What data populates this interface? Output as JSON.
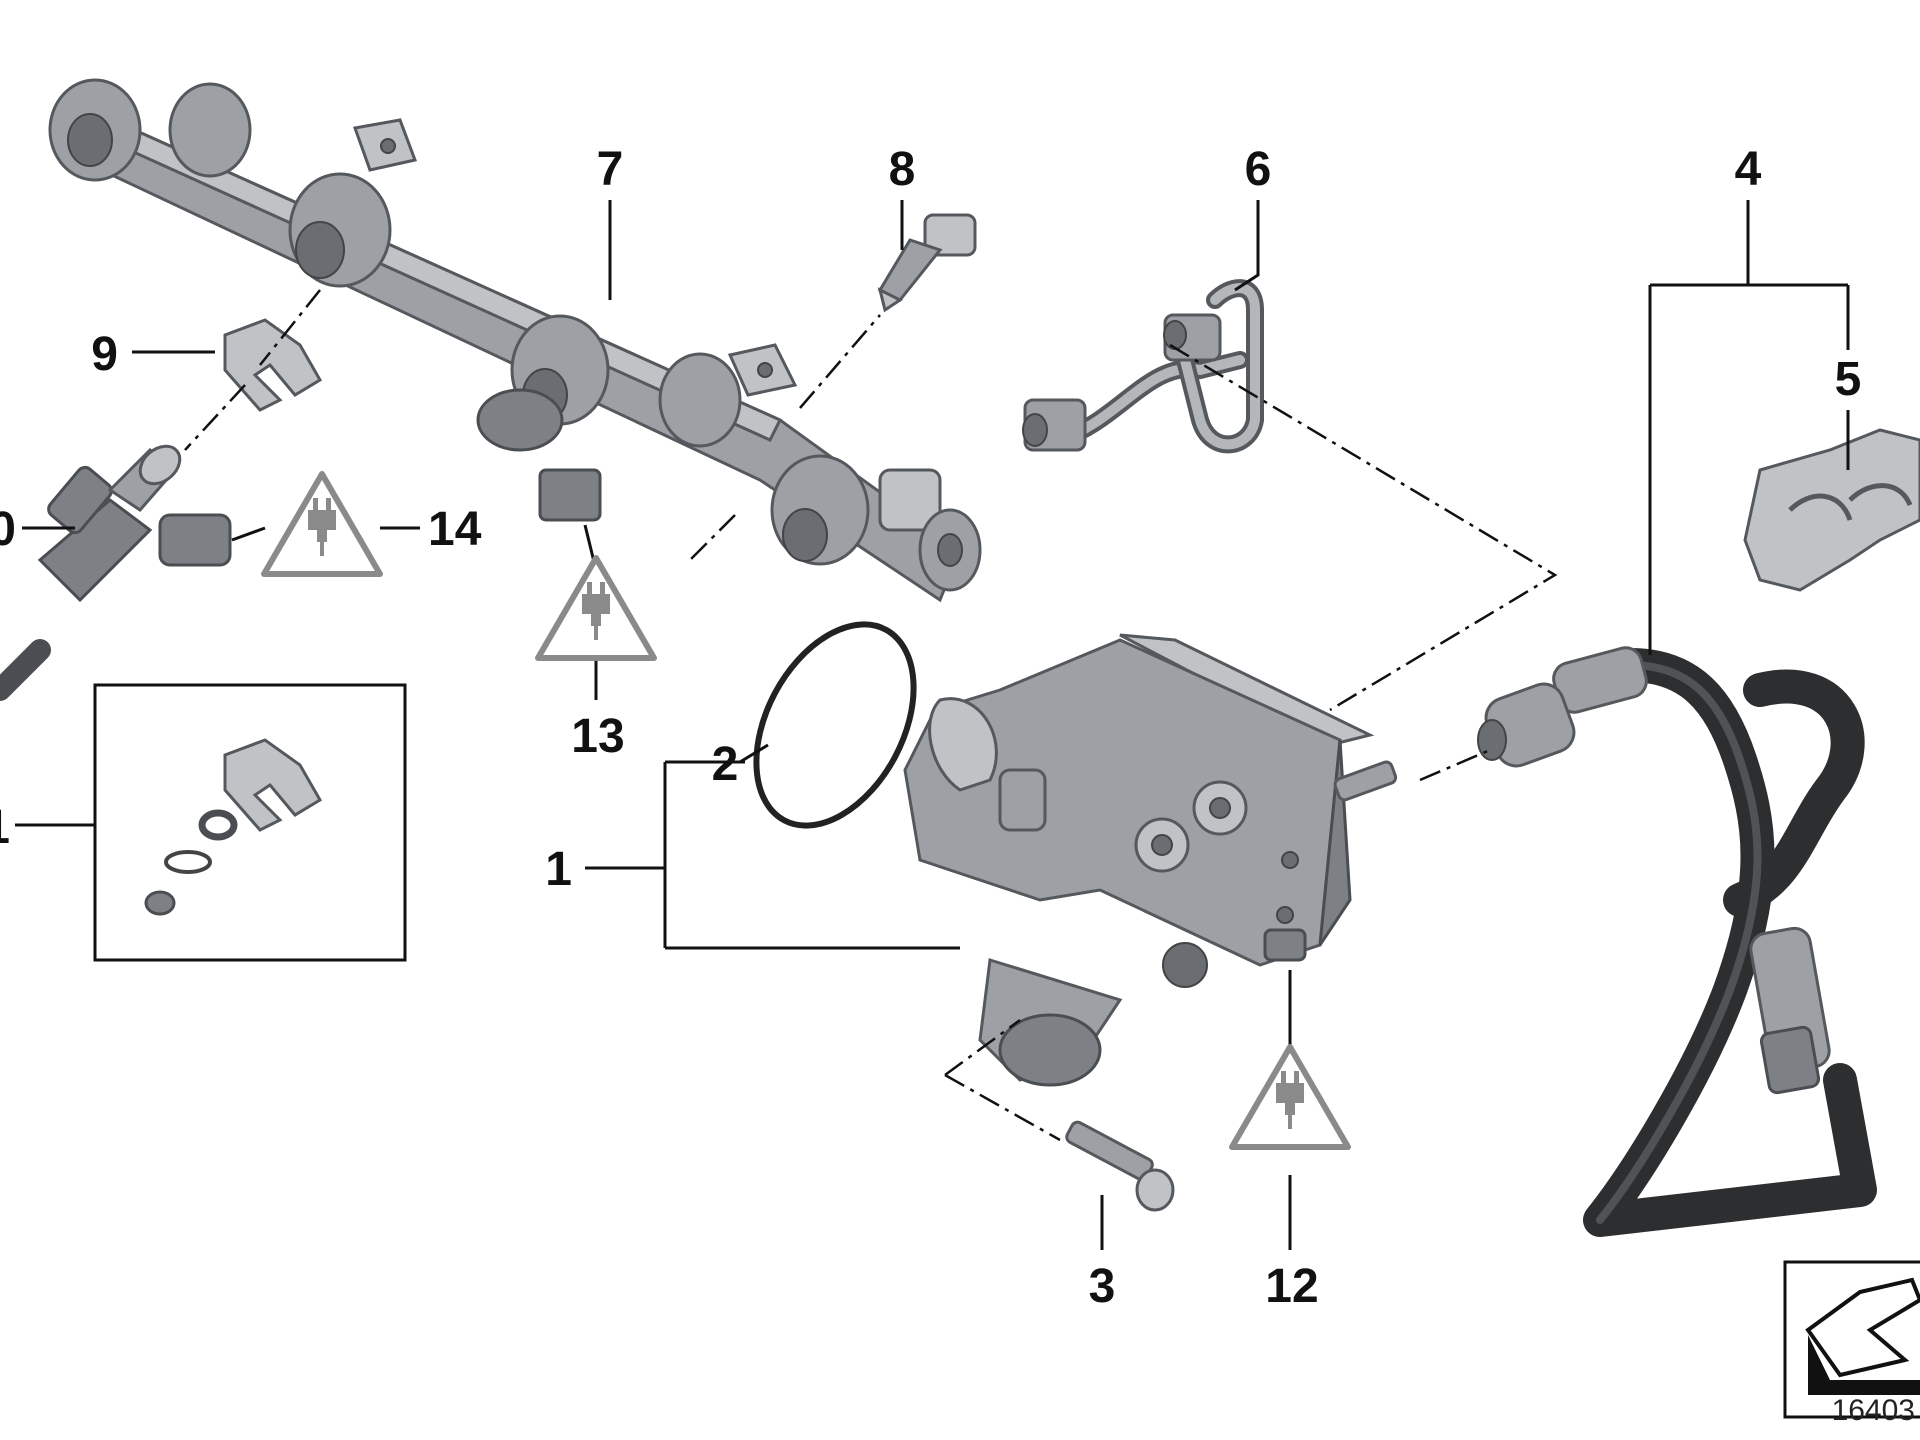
{
  "callouts": [
    {
      "id": "1",
      "label": "1"
    },
    {
      "id": "2",
      "label": "2"
    },
    {
      "id": "3",
      "label": "3"
    },
    {
      "id": "4",
      "label": "4"
    },
    {
      "id": "5",
      "label": "5"
    },
    {
      "id": "6",
      "label": "6"
    },
    {
      "id": "7",
      "label": "7"
    },
    {
      "id": "8",
      "label": "8"
    },
    {
      "id": "9",
      "label": "9"
    },
    {
      "id": "10",
      "label": "0"
    },
    {
      "id": "11",
      "label": "1"
    },
    {
      "id": "12",
      "label": "12"
    },
    {
      "id": "13",
      "label": "13"
    },
    {
      "id": "14",
      "label": "14"
    }
  ],
  "diagram_code": "16403",
  "icons": {
    "warning": "electrical-connector-warning-icon",
    "orientation": "direction-arrow-icon"
  },
  "colors": {
    "metal": "#9da1a5",
    "hose": "#2c2e30",
    "warning": "#8a8a8a",
    "line": "#111111"
  }
}
